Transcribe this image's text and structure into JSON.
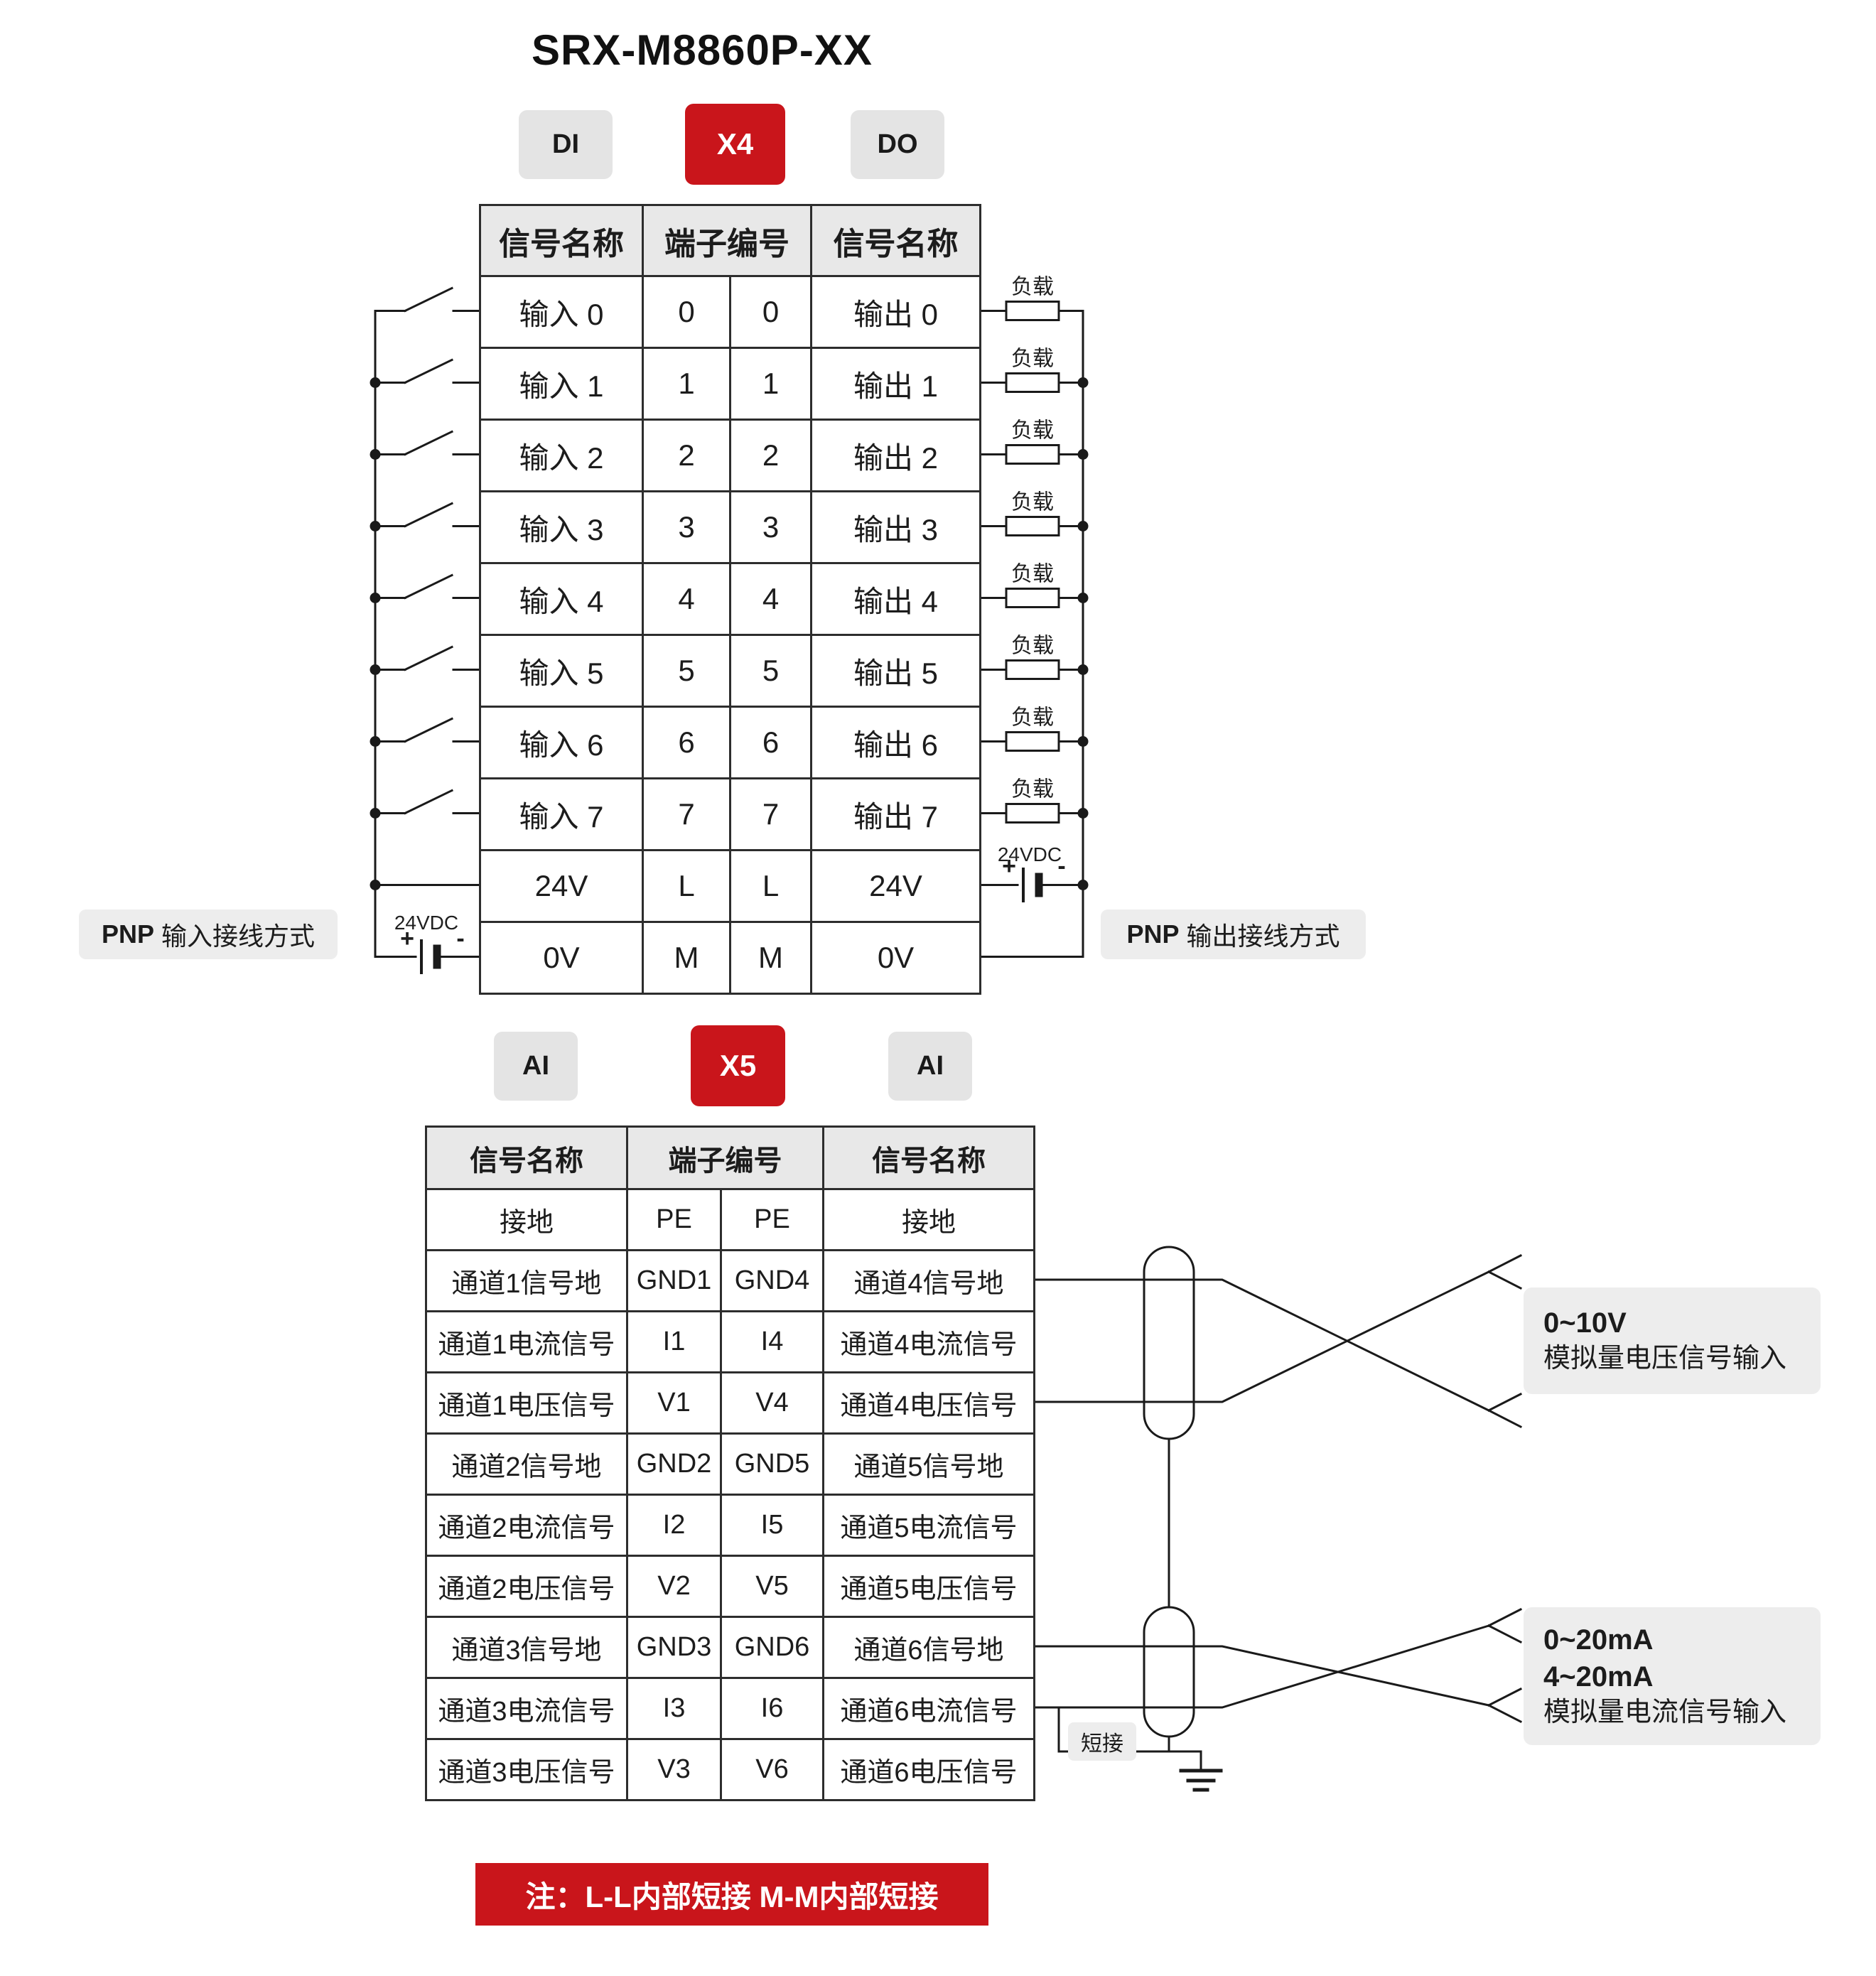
{
  "title": "SRX-M8860P-XX",
  "x4": {
    "badges": {
      "left": "DI",
      "center": "X4",
      "right": "DO"
    },
    "headers": [
      "信号名称",
      "端子编号",
      "信号名称"
    ],
    "rows": [
      {
        "left": "输入 0",
        "tl": "0",
        "tr": "0",
        "right": "输出 0"
      },
      {
        "left": "输入 1",
        "tl": "1",
        "tr": "1",
        "right": "输出 1"
      },
      {
        "left": "输入 2",
        "tl": "2",
        "tr": "2",
        "right": "输出 2"
      },
      {
        "left": "输入 3",
        "tl": "3",
        "tr": "3",
        "right": "输出 3"
      },
      {
        "left": "输入 4",
        "tl": "4",
        "tr": "4",
        "right": "输出 4"
      },
      {
        "left": "输入 5",
        "tl": "5",
        "tr": "5",
        "right": "输出 5"
      },
      {
        "left": "输入 6",
        "tl": "6",
        "tr": "6",
        "right": "输出 6"
      },
      {
        "left": "输入 7",
        "tl": "7",
        "tr": "7",
        "right": "输出 7"
      },
      {
        "left": "24V",
        "tl": "L",
        "tr": "L",
        "right": "24V"
      },
      {
        "left": "0V",
        "tl": "M",
        "tr": "M",
        "right": "0V"
      }
    ],
    "load_label": "负载",
    "supply_label": "24VDC",
    "plus": "+",
    "minus": "-",
    "input_note_bold": "PNP",
    "input_note_text": "输入接线方式",
    "output_note_bold": "PNP",
    "output_note_text": "输出接线方式"
  },
  "x5": {
    "badges": {
      "left": "AI",
      "center": "X5",
      "right": "AI"
    },
    "headers": [
      "信号名称",
      "端子编号",
      "信号名称"
    ],
    "rows": [
      {
        "left": "接地",
        "tl": "PE",
        "tr": "PE",
        "right": "接地"
      },
      {
        "left": "通道1信号地",
        "tl": "GND1",
        "tr": "GND4",
        "right": "通道4信号地"
      },
      {
        "left": "通道1电流信号",
        "tl": "I1",
        "tr": "I4",
        "right": "通道4电流信号"
      },
      {
        "left": "通道1电压信号",
        "tl": "V1",
        "tr": "V4",
        "right": "通道4电压信号"
      },
      {
        "left": "通道2信号地",
        "tl": "GND2",
        "tr": "GND5",
        "right": "通道5信号地"
      },
      {
        "left": "通道2电流信号",
        "tl": "I2",
        "tr": "I5",
        "right": "通道5电流信号"
      },
      {
        "left": "通道2电压信号",
        "tl": "V2",
        "tr": "V5",
        "right": "通道5电压信号"
      },
      {
        "left": "通道3信号地",
        "tl": "GND3",
        "tr": "GND6",
        "right": "通道6信号地"
      },
      {
        "left": "通道3电流信号",
        "tl": "I3",
        "tr": "I6",
        "right": "通道6电流信号"
      },
      {
        "left": "通道3电压信号",
        "tl": "V3",
        "tr": "V6",
        "right": "通道6电压信号"
      }
    ],
    "short_label": "短接",
    "voltage_note": {
      "line1": "0~10V",
      "line2": "模拟量电压信号输入"
    },
    "current_note": {
      "line1": "0~20mA",
      "line2": "4~20mA",
      "line3": "模拟量电流信号输入"
    }
  },
  "note": "注：L-L内部短接  M-M内部短接",
  "colors": {
    "accent_red": "#c9151b",
    "badge_gray": "#e4e4e4",
    "header_gray": "#e8e8e8",
    "box_gray": "#ededed",
    "wire": "#1a1a1a"
  }
}
